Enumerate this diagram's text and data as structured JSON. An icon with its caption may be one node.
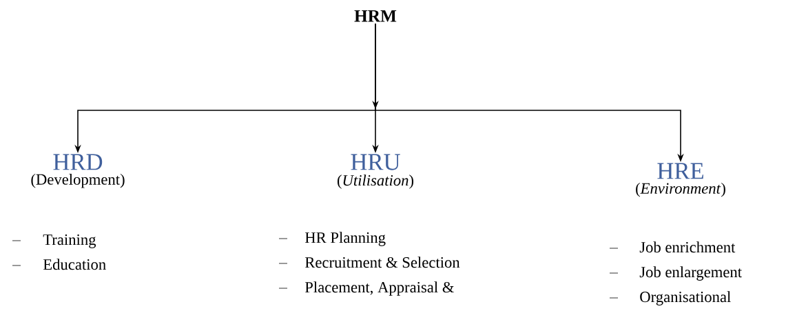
{
  "diagram": {
    "nodes": [
      {
        "text": [
          "HRM"
        ]
      },
      {
        "text": [
          "HRD",
          "(Development)"
        ],
        "beside": [
          "Training",
          "Education"
        ]
      },
      {
        "text": [
          "HRU",
          "(*Utilisation*)"
        ],
        "beside": [
          "HR Planning",
          "Recruitment & Selection",
          "Placement, Appraisal &"
        ]
      },
      {
        "text": [
          "HRE",
          "(*Environment*)"
        ],
        "beside": [
          "Job enrichment",
          "Job enlargement",
          "Organisational"
        ]
      }
    ],
    "edges": [
      {
        "from": 0,
        "to": 1,
        "arrow": "to"
      },
      {
        "from": 0,
        "to": 2,
        "arrow": "to"
      },
      {
        "from": 0,
        "to": 3,
        "arrow": "to"
      }
    ]
  }
}
